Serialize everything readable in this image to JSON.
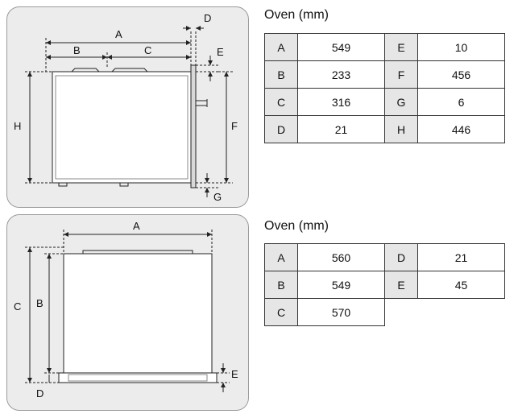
{
  "top": {
    "title": "Oven (mm)",
    "rows": [
      [
        {
          "k": "A",
          "v": "549"
        },
        {
          "k": "E",
          "v": "10"
        }
      ],
      [
        {
          "k": "B",
          "v": "233"
        },
        {
          "k": "F",
          "v": "456"
        }
      ],
      [
        {
          "k": "C",
          "v": "316"
        },
        {
          "k": "G",
          "v": "6"
        }
      ],
      [
        {
          "k": "D",
          "v": "21"
        },
        {
          "k": "H",
          "v": "446"
        }
      ]
    ],
    "diagram_labels": {
      "a": "A",
      "b": "B",
      "c": "C",
      "d": "D",
      "e": "E",
      "f": "F",
      "g": "G",
      "h": "H"
    }
  },
  "bottom": {
    "title": "Oven (mm)",
    "rows": [
      [
        {
          "k": "A",
          "v": "560"
        },
        {
          "k": "D",
          "v": "21"
        }
      ],
      [
        {
          "k": "B",
          "v": "549"
        },
        {
          "k": "E",
          "v": "45"
        }
      ],
      [
        {
          "k": "C",
          "v": "570"
        },
        null
      ]
    ],
    "diagram_labels": {
      "a": "A",
      "b": "B",
      "c": "C",
      "d": "D",
      "e": "E"
    }
  }
}
